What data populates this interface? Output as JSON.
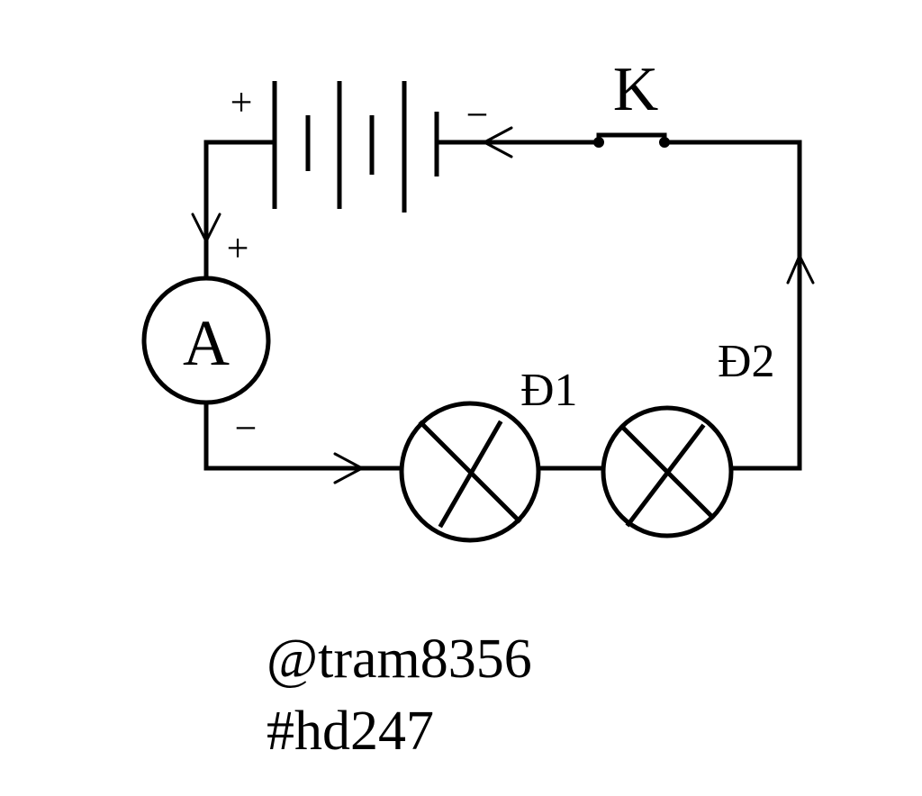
{
  "diagram": {
    "switch_label": "K",
    "ammeter_label": "A",
    "lamp1_label": "Đ1",
    "lamp2_label": "Đ2",
    "battery_plus": "+",
    "battery_minus": "−",
    "ammeter_plus": "+",
    "ammeter_minus": "−"
  },
  "watermark": {
    "line1": "@tram8356",
    "line2": "#hd247"
  }
}
